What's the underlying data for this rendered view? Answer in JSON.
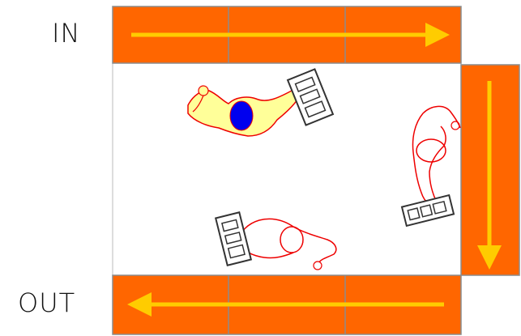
{
  "labels": {
    "in": "IN",
    "out": "OUT"
  },
  "colors": {
    "conveyor": "#FF6600",
    "conveyor_border": "#8c8c8c",
    "arrow": "#FFCC00",
    "worker_outline": "#ee0000",
    "worker_fill_highlight": "#ffff99",
    "head_highlight": "#0000ee",
    "box_outline": "#333333"
  },
  "conveyors": [
    {
      "name": "conveyor-in",
      "direction": "right",
      "segments": 3
    },
    {
      "name": "conveyor-side",
      "direction": "down",
      "segments": 1
    },
    {
      "name": "conveyor-out",
      "direction": "left",
      "segments": 3
    }
  ],
  "workers": [
    {
      "name": "worker-top",
      "highlighted": true
    },
    {
      "name": "worker-right",
      "highlighted": false
    },
    {
      "name": "worker-bottom",
      "highlighted": false
    }
  ]
}
